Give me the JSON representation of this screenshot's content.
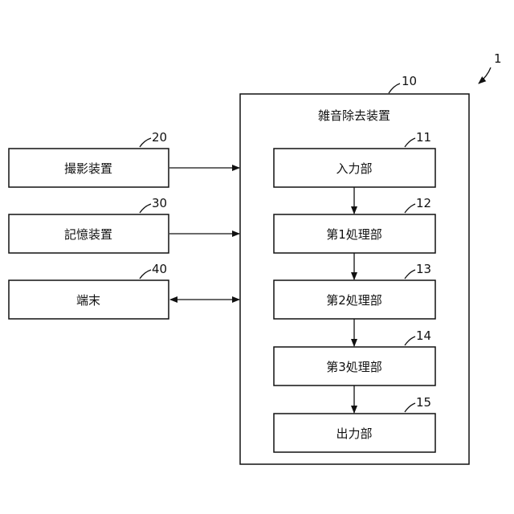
{
  "system": {
    "ref": "1"
  },
  "device": {
    "ref": "10",
    "title": "雑音除去装置"
  },
  "external": [
    {
      "ref": "20",
      "label": "撮影装置"
    },
    {
      "ref": "30",
      "label": "記憶装置"
    },
    {
      "ref": "40",
      "label": "端末"
    }
  ],
  "units": [
    {
      "ref": "11",
      "label": "入力部"
    },
    {
      "ref": "12",
      "label": "第1処理部"
    },
    {
      "ref": "13",
      "label": "第2処理部"
    },
    {
      "ref": "14",
      "label": "第3処理部"
    },
    {
      "ref": "15",
      "label": "出力部"
    }
  ],
  "colors": {
    "stroke": "#111111",
    "background": "#ffffff"
  }
}
